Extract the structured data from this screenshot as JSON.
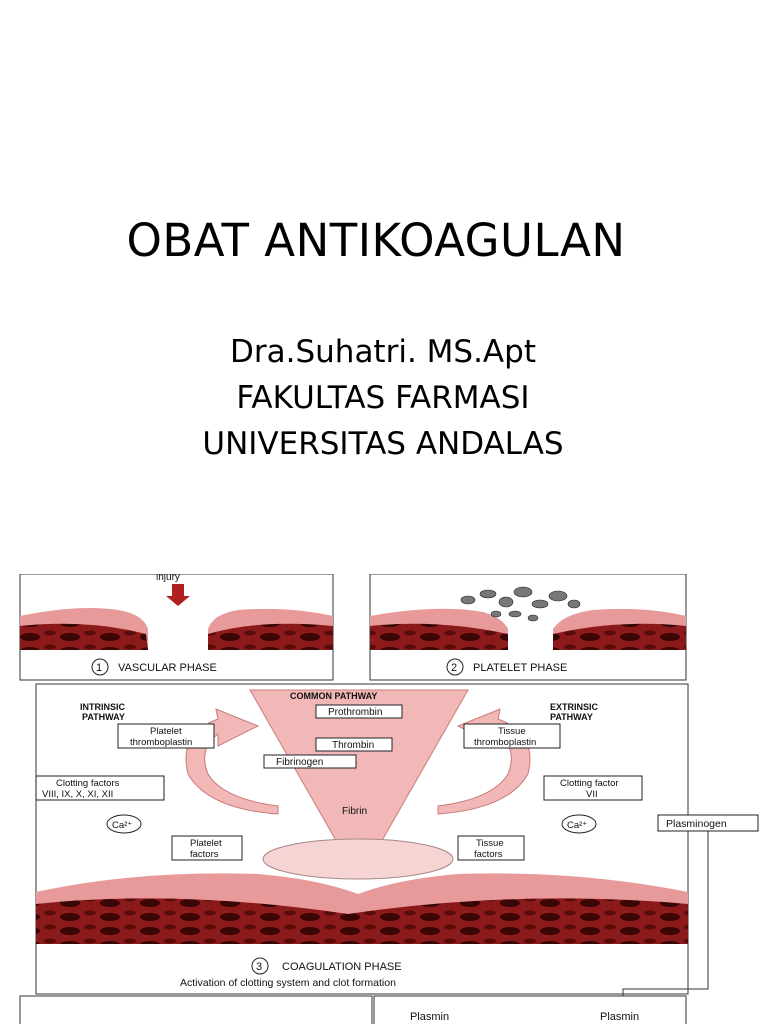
{
  "slide": {
    "title": "OBAT ANTIKOAGULAN",
    "author": "Dra.Suhatri. MS.Apt",
    "faculty": "FAKULTAS FARMASI",
    "university": "UNIVERSITAS ANDALAS"
  },
  "figure": {
    "injury": "injury",
    "phase1": {
      "num": "1",
      "label": "VASCULAR PHASE"
    },
    "phase2": {
      "num": "2",
      "label": "PLATELET PHASE"
    },
    "phase3": {
      "num": "3",
      "label": "COAGULATION PHASE",
      "caption": "Activation of clotting system and clot formation"
    },
    "common_pathway": "COMMON PATHWAY",
    "intrinsic": [
      "INTRINSIC",
      "PATHWAY"
    ],
    "extrinsic": [
      "EXTRINSIC",
      "PATHWAY"
    ],
    "prothrombin": "Prothrombin",
    "thrombin": "Thrombin",
    "fibrinogen": "Fibrinogen",
    "fibrin": "Fibrin",
    "platelet_thromboplastin": [
      "Platelet",
      "thromboplastin"
    ],
    "tissue_thromboplastin": [
      "Tissue",
      "thromboplastin"
    ],
    "clotting_factors": [
      "Clotting factors",
      "VIII, IX, X, XI, XII"
    ],
    "clotting_factor_vii": [
      "Clotting factor",
      "VII"
    ],
    "ca_left": "Ca²⁺",
    "ca_right": "Ca²⁺",
    "platelet_factors": [
      "Platelet",
      "factors"
    ],
    "tissue_factors": [
      "Tissue",
      "factors"
    ],
    "plasminogen": "Plasminogen",
    "plasmin_left": "Plasmin",
    "plasmin_right": "Plasmin",
    "colors": {
      "tissue_dark": "#8b1a1a",
      "tissue_pink": "#e89a9a",
      "arrow_pink": "#f2b8b8"
    }
  }
}
